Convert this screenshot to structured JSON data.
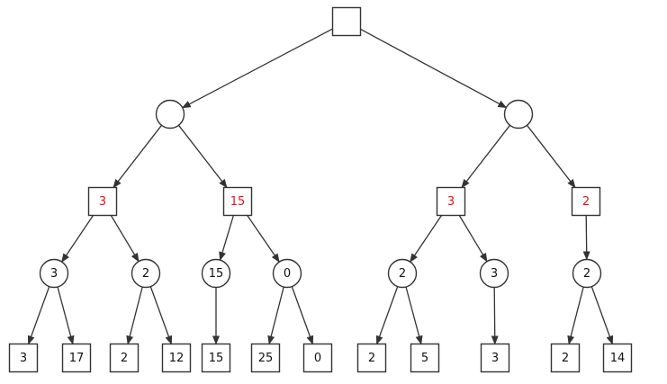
{
  "colors": {
    "line": "#333333",
    "text": "#111111",
    "highlight": "#e8131a"
  },
  "nodes": [
    {
      "id": "root",
      "shape": "square",
      "value": ""
    },
    {
      "id": "L",
      "shape": "circle",
      "value": ""
    },
    {
      "id": "R",
      "shape": "circle",
      "value": ""
    },
    {
      "id": "LL",
      "shape": "square",
      "value": "3",
      "highlight": true
    },
    {
      "id": "LR",
      "shape": "square",
      "value": "15",
      "highlight": true
    },
    {
      "id": "RL",
      "shape": "square",
      "value": "3",
      "highlight": true
    },
    {
      "id": "RR",
      "shape": "square",
      "value": "2",
      "highlight": true
    },
    {
      "id": "LLa",
      "shape": "circle",
      "value": "3"
    },
    {
      "id": "LLb",
      "shape": "circle",
      "value": "2"
    },
    {
      "id": "LRa",
      "shape": "circle",
      "value": "15"
    },
    {
      "id": "LRb",
      "shape": "circle",
      "value": "0"
    },
    {
      "id": "RLa",
      "shape": "circle",
      "value": "2"
    },
    {
      "id": "RLb",
      "shape": "circle",
      "value": "3"
    },
    {
      "id": "RRa",
      "shape": "circle",
      "value": "2"
    },
    {
      "id": "l1",
      "shape": "square",
      "value": "3"
    },
    {
      "id": "l2",
      "shape": "square",
      "value": "17"
    },
    {
      "id": "l3",
      "shape": "square",
      "value": "2"
    },
    {
      "id": "l4",
      "shape": "square",
      "value": "12"
    },
    {
      "id": "l5",
      "shape": "square",
      "value": "15"
    },
    {
      "id": "l6",
      "shape": "square",
      "value": "25"
    },
    {
      "id": "l7",
      "shape": "square",
      "value": "0"
    },
    {
      "id": "l8",
      "shape": "square",
      "value": "2"
    },
    {
      "id": "l9",
      "shape": "square",
      "value": "5"
    },
    {
      "id": "l10",
      "shape": "square",
      "value": "3"
    },
    {
      "id": "l11",
      "shape": "square",
      "value": "2"
    },
    {
      "id": "l12",
      "shape": "square",
      "value": "14"
    }
  ],
  "edges": [
    [
      "root",
      "L"
    ],
    [
      "root",
      "R"
    ],
    [
      "L",
      "LL"
    ],
    [
      "L",
      "LR"
    ],
    [
      "R",
      "RL"
    ],
    [
      "R",
      "RR"
    ],
    [
      "LL",
      "LLa"
    ],
    [
      "LL",
      "LLb"
    ],
    [
      "LR",
      "LRa"
    ],
    [
      "LR",
      "LRb"
    ],
    [
      "RL",
      "RLa"
    ],
    [
      "RL",
      "RLb"
    ],
    [
      "RR",
      "RRa"
    ],
    [
      "LLa",
      "l1"
    ],
    [
      "LLa",
      "l2"
    ],
    [
      "LLb",
      "l3"
    ],
    [
      "LLb",
      "l4"
    ],
    [
      "LRa",
      "l5"
    ],
    [
      "LRb",
      "l6"
    ],
    [
      "LRb",
      "l7"
    ],
    [
      "RLa",
      "l8"
    ],
    [
      "RLa",
      "l9"
    ],
    [
      "RLb",
      "l10"
    ],
    [
      "RRa",
      "l11"
    ],
    [
      "RRa",
      "l12"
    ]
  ]
}
